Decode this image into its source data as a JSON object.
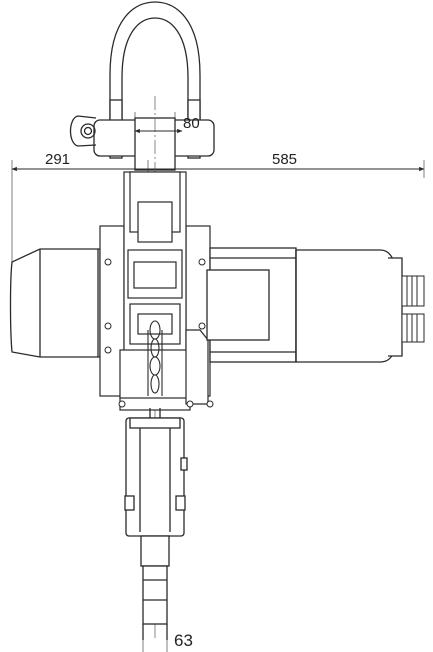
{
  "drawing": {
    "dimensions": {
      "shackle_width": "80",
      "left_overall": "291",
      "right_overall": "585",
      "chain_width": "63"
    },
    "colors": {
      "line": "#2a2a2a",
      "thin_line": "#6a6a6a",
      "background": "#ffffff"
    }
  }
}
